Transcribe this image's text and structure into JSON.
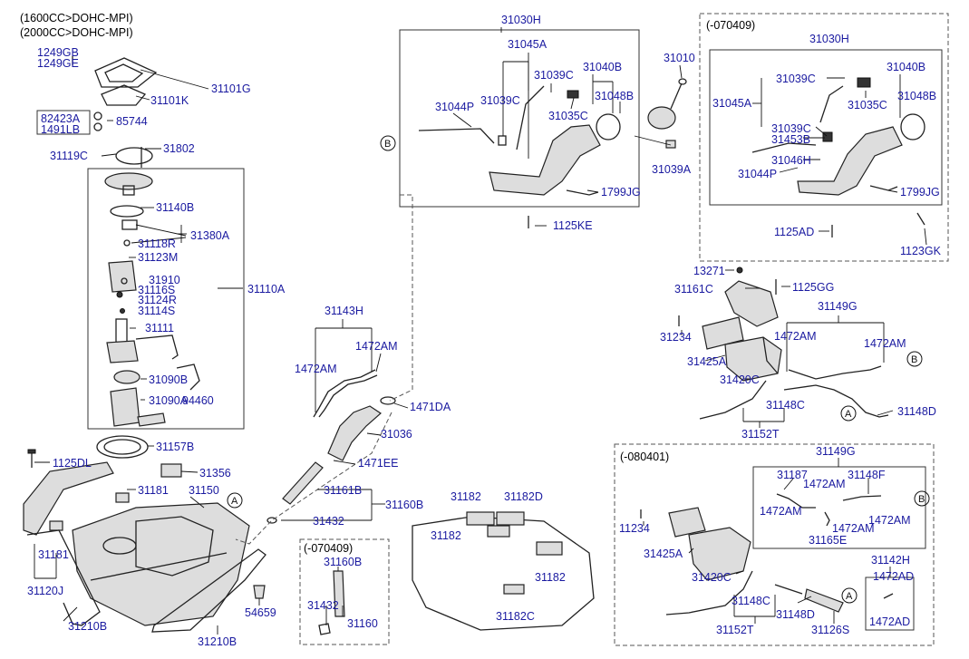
{
  "header": {
    "line1": "(1600CC>DOHC-MPI)",
    "line2": "(2000CC>DOHC-MPI)"
  },
  "groups": {
    "filler_top": "(-070409)",
    "canister_bottom": "(-080401)",
    "filler_pipe_small": "(-070409)"
  },
  "ref_markers": {
    "a": "A",
    "b": "B"
  },
  "labels": [
    "1249GB",
    "1249GE",
    "31101G",
    "31101K",
    "82423A",
    "1491LB",
    "85744",
    "31119C",
    "31802",
    "31140B",
    "31118R",
    "31380A",
    "31123M",
    "31910",
    "31116S",
    "31124R",
    "31114S",
    "31110A",
    "31111",
    "31090B",
    "94460",
    "31090A",
    "31157B",
    "1125DL",
    "31356",
    "31181",
    "31150",
    "31181",
    "31120J",
    "31210B",
    "31210B",
    "54659",
    "31030H",
    "31045A",
    "31039C",
    "31039C",
    "31040B",
    "31048B",
    "31044P",
    "31035C",
    "31010",
    "31039A",
    "1799JG",
    "1125KE",
    "31030H",
    "31039C",
    "31040B",
    "31045A",
    "31048B",
    "31035C",
    "31039C",
    "31453B",
    "31046H",
    "31044P",
    "1799JG",
    "1125AD",
    "1123GK",
    "31143H",
    "1472AM",
    "1472AM",
    "1471DA",
    "31036",
    "1471EE",
    "31161B",
    "31160B",
    "31432",
    "31160B",
    "31432",
    "31160",
    "31182",
    "31182D",
    "31182",
    "31182",
    "31182C",
    "13271",
    "31161C",
    "1125GG",
    "31149G",
    "31234",
    "1472AM",
    "1472AM",
    "31425A",
    "31420C",
    "31148C",
    "31148D",
    "31152T",
    "31149G",
    "31187",
    "1472AM",
    "31148F",
    "1472AM",
    "1472AM",
    "31165E",
    "1472AM",
    "11234",
    "31425A",
    "31420C",
    "31142H",
    "1472AD",
    "31148C",
    "31148D",
    "31152T",
    "31126S",
    "1472AD"
  ]
}
